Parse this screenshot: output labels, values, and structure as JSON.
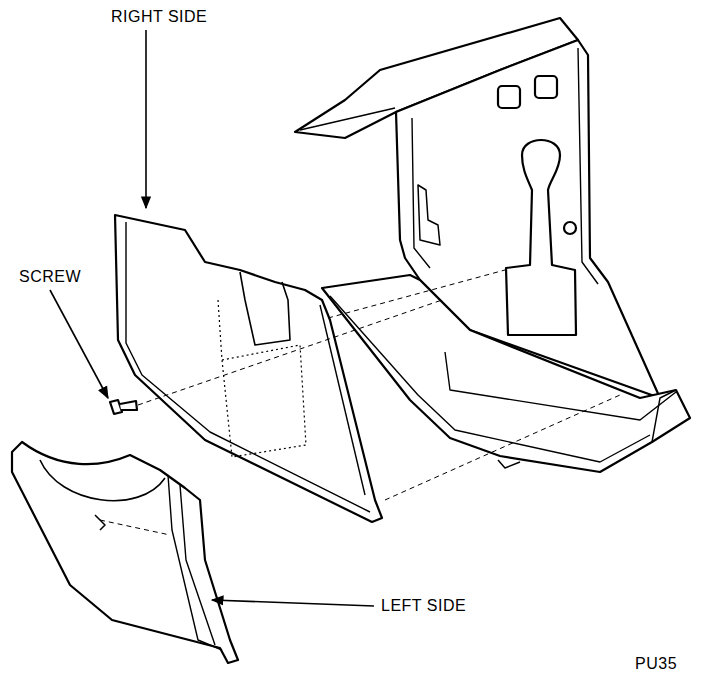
{
  "diagram": {
    "labels": [
      "RIGHT SIDE",
      "SCREW",
      "LEFT SIDE",
      "PU35"
    ]
  }
}
